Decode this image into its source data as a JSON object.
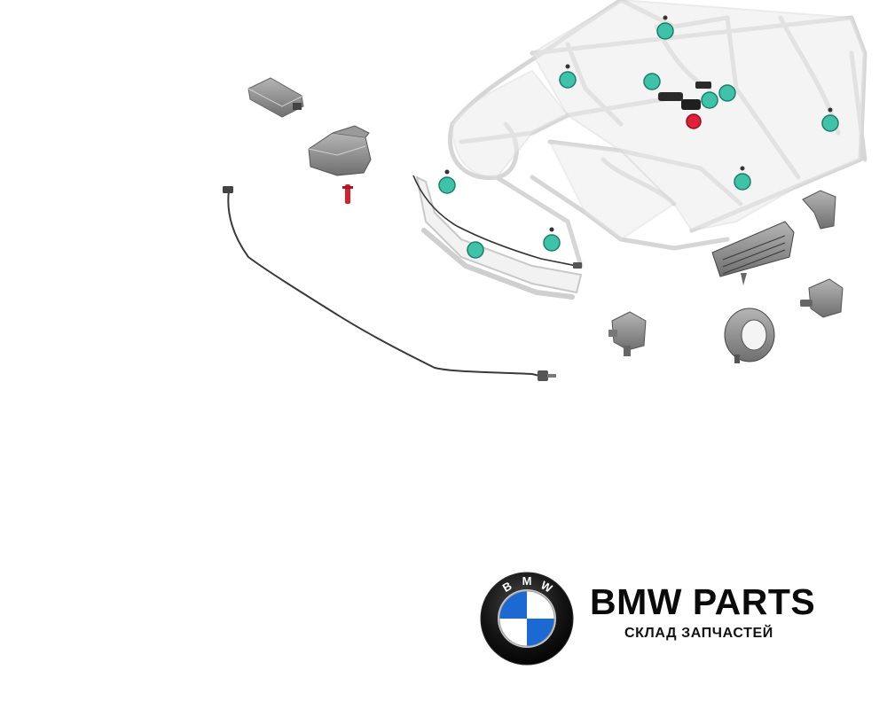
{
  "brand": {
    "title": "BMW PARTS",
    "subtitle": "СКЛАД ЗАПЧАСТЕЙ",
    "logo_letters": "BMW"
  },
  "diagram": {
    "marker_color": "#3cc3a8",
    "marker_stroke": "#1e7d6a",
    "highlight_color": "#e0203a",
    "frame_color": "#d9d9d9",
    "part_color": "#8f8f8f"
  },
  "icons": {
    "logo": "bmw-roundel-icon",
    "sensor_marker": "sensor-location-icon"
  }
}
